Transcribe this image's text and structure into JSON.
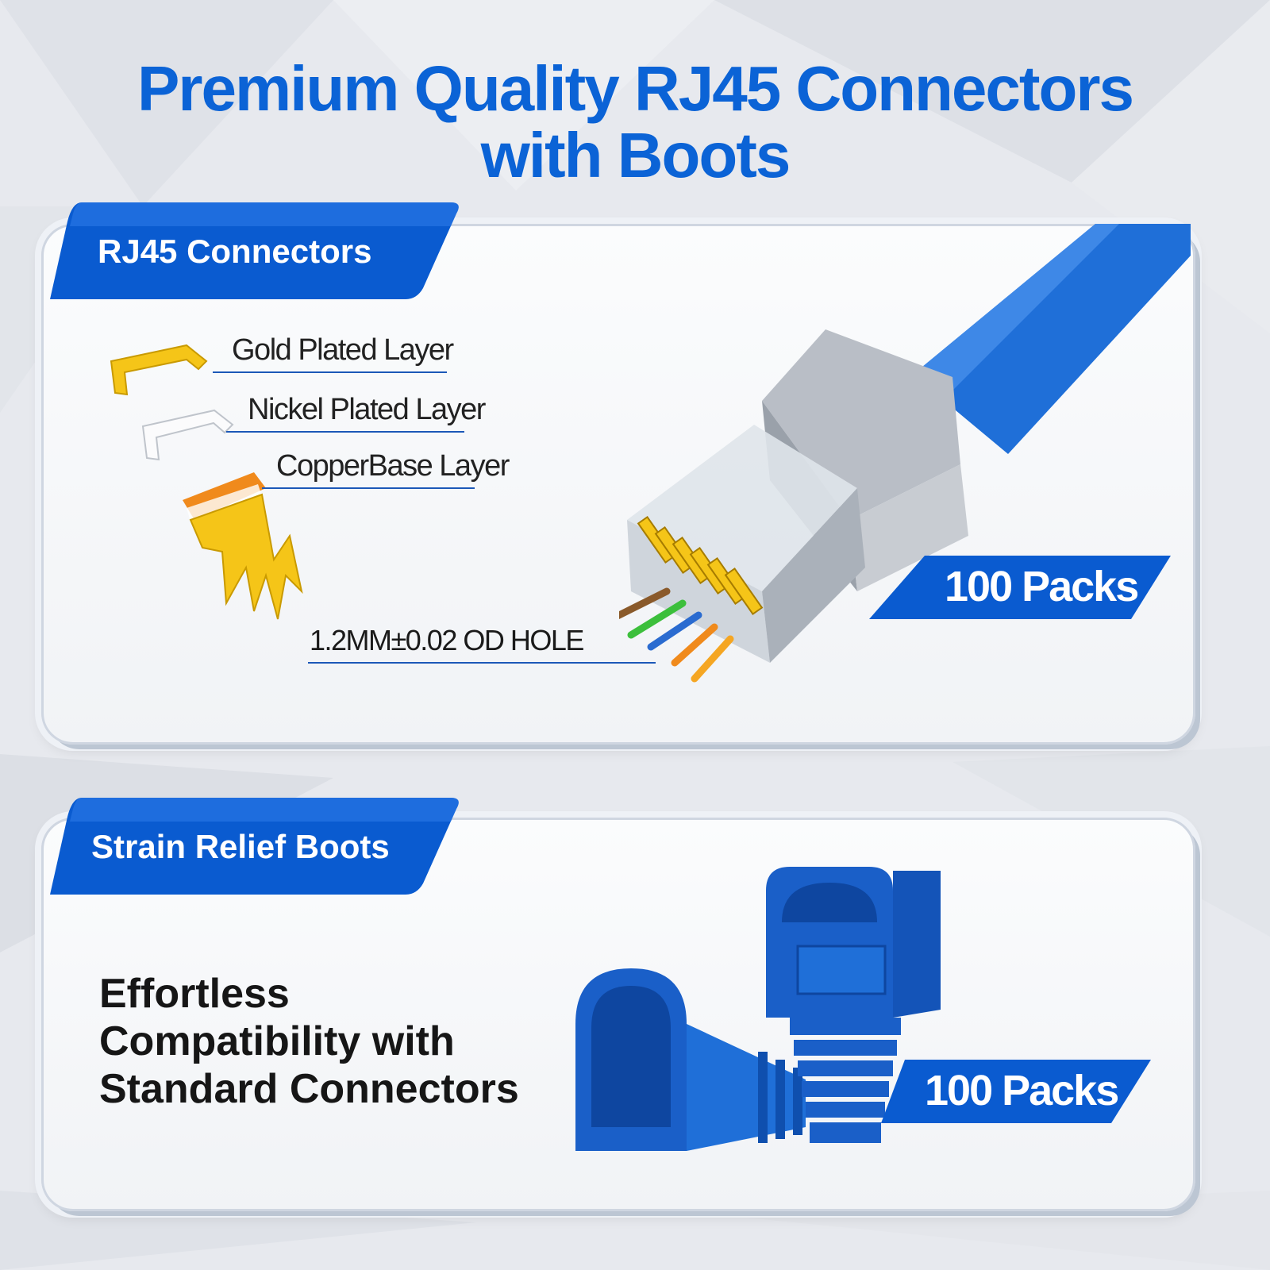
{
  "headline": {
    "line1": "Premium Quality RJ45 Connectors",
    "line2": "with Boots"
  },
  "connectors_section": {
    "tab_label": "RJ45 Connectors",
    "layers": {
      "gold": "Gold Plated Layer",
      "nickel": "Nickel Plated Layer",
      "copper": "CopperBase Layer"
    },
    "hole_label": "1.2MM±0.02 OD HOLE",
    "pack_badge": "100 Packs"
  },
  "boots_section": {
    "tab_label": "Strain Relief Boots",
    "compat_lines": [
      "Effortless",
      "Compatibility with",
      "Standard Connectors"
    ],
    "pack_badge": "100 Packs"
  },
  "colors": {
    "brand_blue": "#0b63d6",
    "ribbon_blue": "#0a5bd0",
    "cable_blue": "#1f6fd8",
    "gold": "#f5c518",
    "copper": "#f08a1c"
  },
  "icons": {
    "connector": "rj45-connector-icon",
    "boot": "strain-relief-boot-icon",
    "gold_layer": "gold-layer-icon",
    "nickel_layer": "nickel-layer-icon",
    "copper_layer": "copper-contact-icon"
  }
}
